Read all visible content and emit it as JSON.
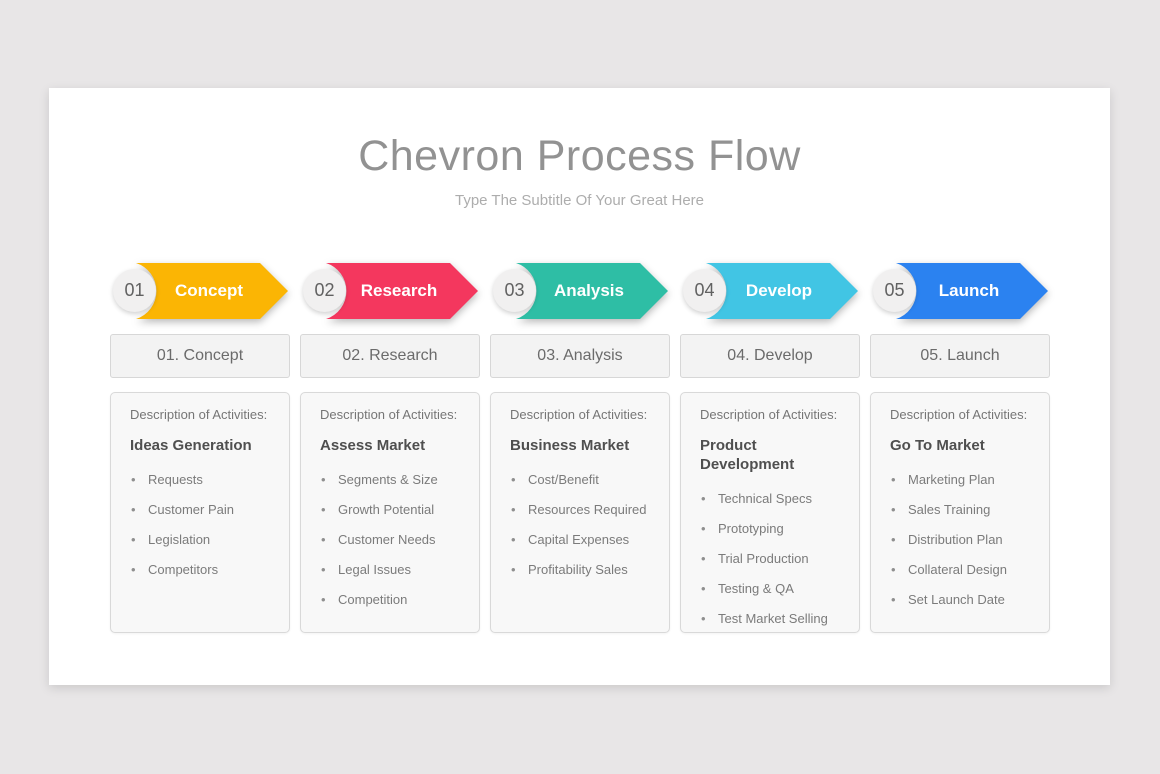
{
  "slide": {
    "title": "Chevron Process Flow",
    "subtitle": "Type The Subtitle Of Your Great Here"
  },
  "process": {
    "steps": [
      {
        "number": "01",
        "label": "Concept",
        "color": "#FBB504",
        "box_label": "01. Concept",
        "card": {
          "heading": "Description of Activities:",
          "title": "Ideas Generation",
          "items": [
            "Requests",
            "Customer Pain",
            "Legislation",
            "Competitors"
          ]
        }
      },
      {
        "number": "02",
        "label": "Research",
        "color": "#F4375E",
        "box_label": "02. Research",
        "card": {
          "heading": "Description of Activities:",
          "title": "Assess Market",
          "items": [
            "Segments & Size",
            "Growth Potential",
            "Customer Needs",
            "Legal Issues",
            "Competition"
          ]
        }
      },
      {
        "number": "03",
        "label": "Analysis",
        "color": "#2EBEA5",
        "box_label": "03. Analysis",
        "card": {
          "heading": "Description of Activities:",
          "title": "Business Market",
          "items": [
            "Cost/Benefit",
            "Resources Required",
            "Capital Expenses",
            "Profitability Sales"
          ]
        }
      },
      {
        "number": "04",
        "label": "Develop",
        "color": "#41C5E4",
        "box_label": "04. Develop",
        "card": {
          "heading": "Description of Activities:",
          "title": "Product Development",
          "items": [
            "Technical Specs",
            "Prototyping",
            "Trial Production",
            "Testing & QA",
            "Test Market Selling"
          ]
        }
      },
      {
        "number": "05",
        "label": "Launch",
        "color": "#2B82F0",
        "box_label": "05. Launch",
        "card": {
          "heading": "Description of Activities:",
          "title": "Go To Market",
          "items": [
            "Marketing Plan",
            "Sales Training",
            "Distribution Plan",
            "Collateral Design",
            "Set Launch Date"
          ]
        }
      }
    ]
  }
}
